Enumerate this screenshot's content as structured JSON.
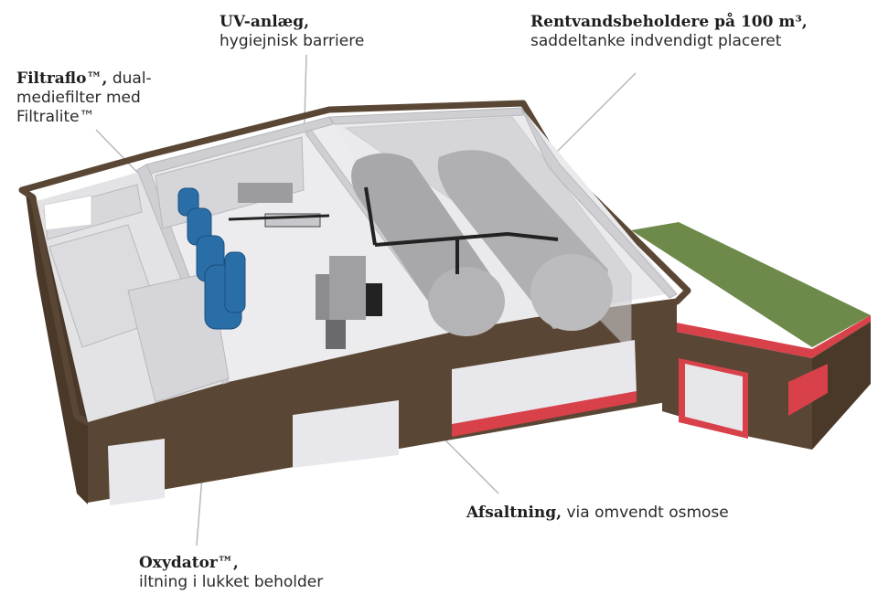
{
  "labels": {
    "uv": {
      "title": "UV-anlæg,",
      "desc": "hygiejnisk barriere"
    },
    "tanks": {
      "title": "Rentvandsbeholdere på 100 m³,",
      "desc": "saddeltanke indvendigt placeret"
    },
    "filtraflo": {
      "title": "Filtraflo™,",
      "desc_1": " dual-",
      "desc_2": "mediefilter med",
      "desc_3": "Filtralite™"
    },
    "afsaltning": {
      "title": "Afsaltning,",
      "desc": " via omvendt osmose"
    },
    "oxydator": {
      "title": "Oxydator™,",
      "desc": "iltning i lukket beholder"
    }
  },
  "colors": {
    "wall": "#5a4634",
    "floor": "#e7e7ea",
    "interior_wall": "#d2d2d6",
    "tank": "#a9a9ac",
    "filter_blue": "#2a6ea8",
    "roof_green": "#6d8a4a",
    "red_trim": "#d8414a",
    "leader_line": "#b4b4b4"
  }
}
